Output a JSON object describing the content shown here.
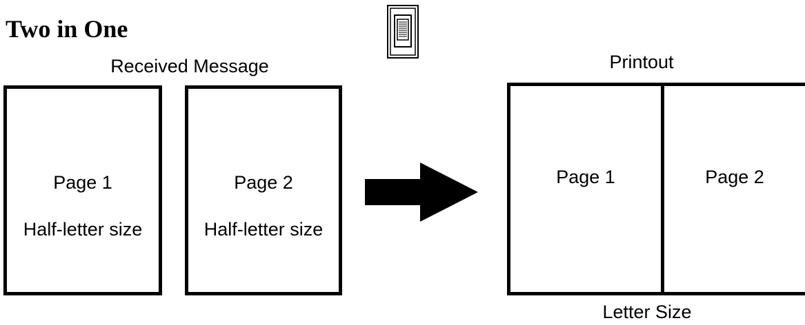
{
  "title": "Two in One",
  "icon": "mode-switch-icon",
  "received": {
    "label": "Received Message",
    "pages": [
      {
        "name": "Page 1",
        "size": "Half-letter size"
      },
      {
        "name": "Page 2",
        "size": "Half-letter size"
      }
    ]
  },
  "arrow_icon": "right-arrow-icon",
  "printout": {
    "label": "Printout",
    "pages": [
      "Page 1",
      "Page 2"
    ],
    "size_label": "Letter Size"
  },
  "colors": {
    "ink": "#000000",
    "background": "#ffffff"
  }
}
